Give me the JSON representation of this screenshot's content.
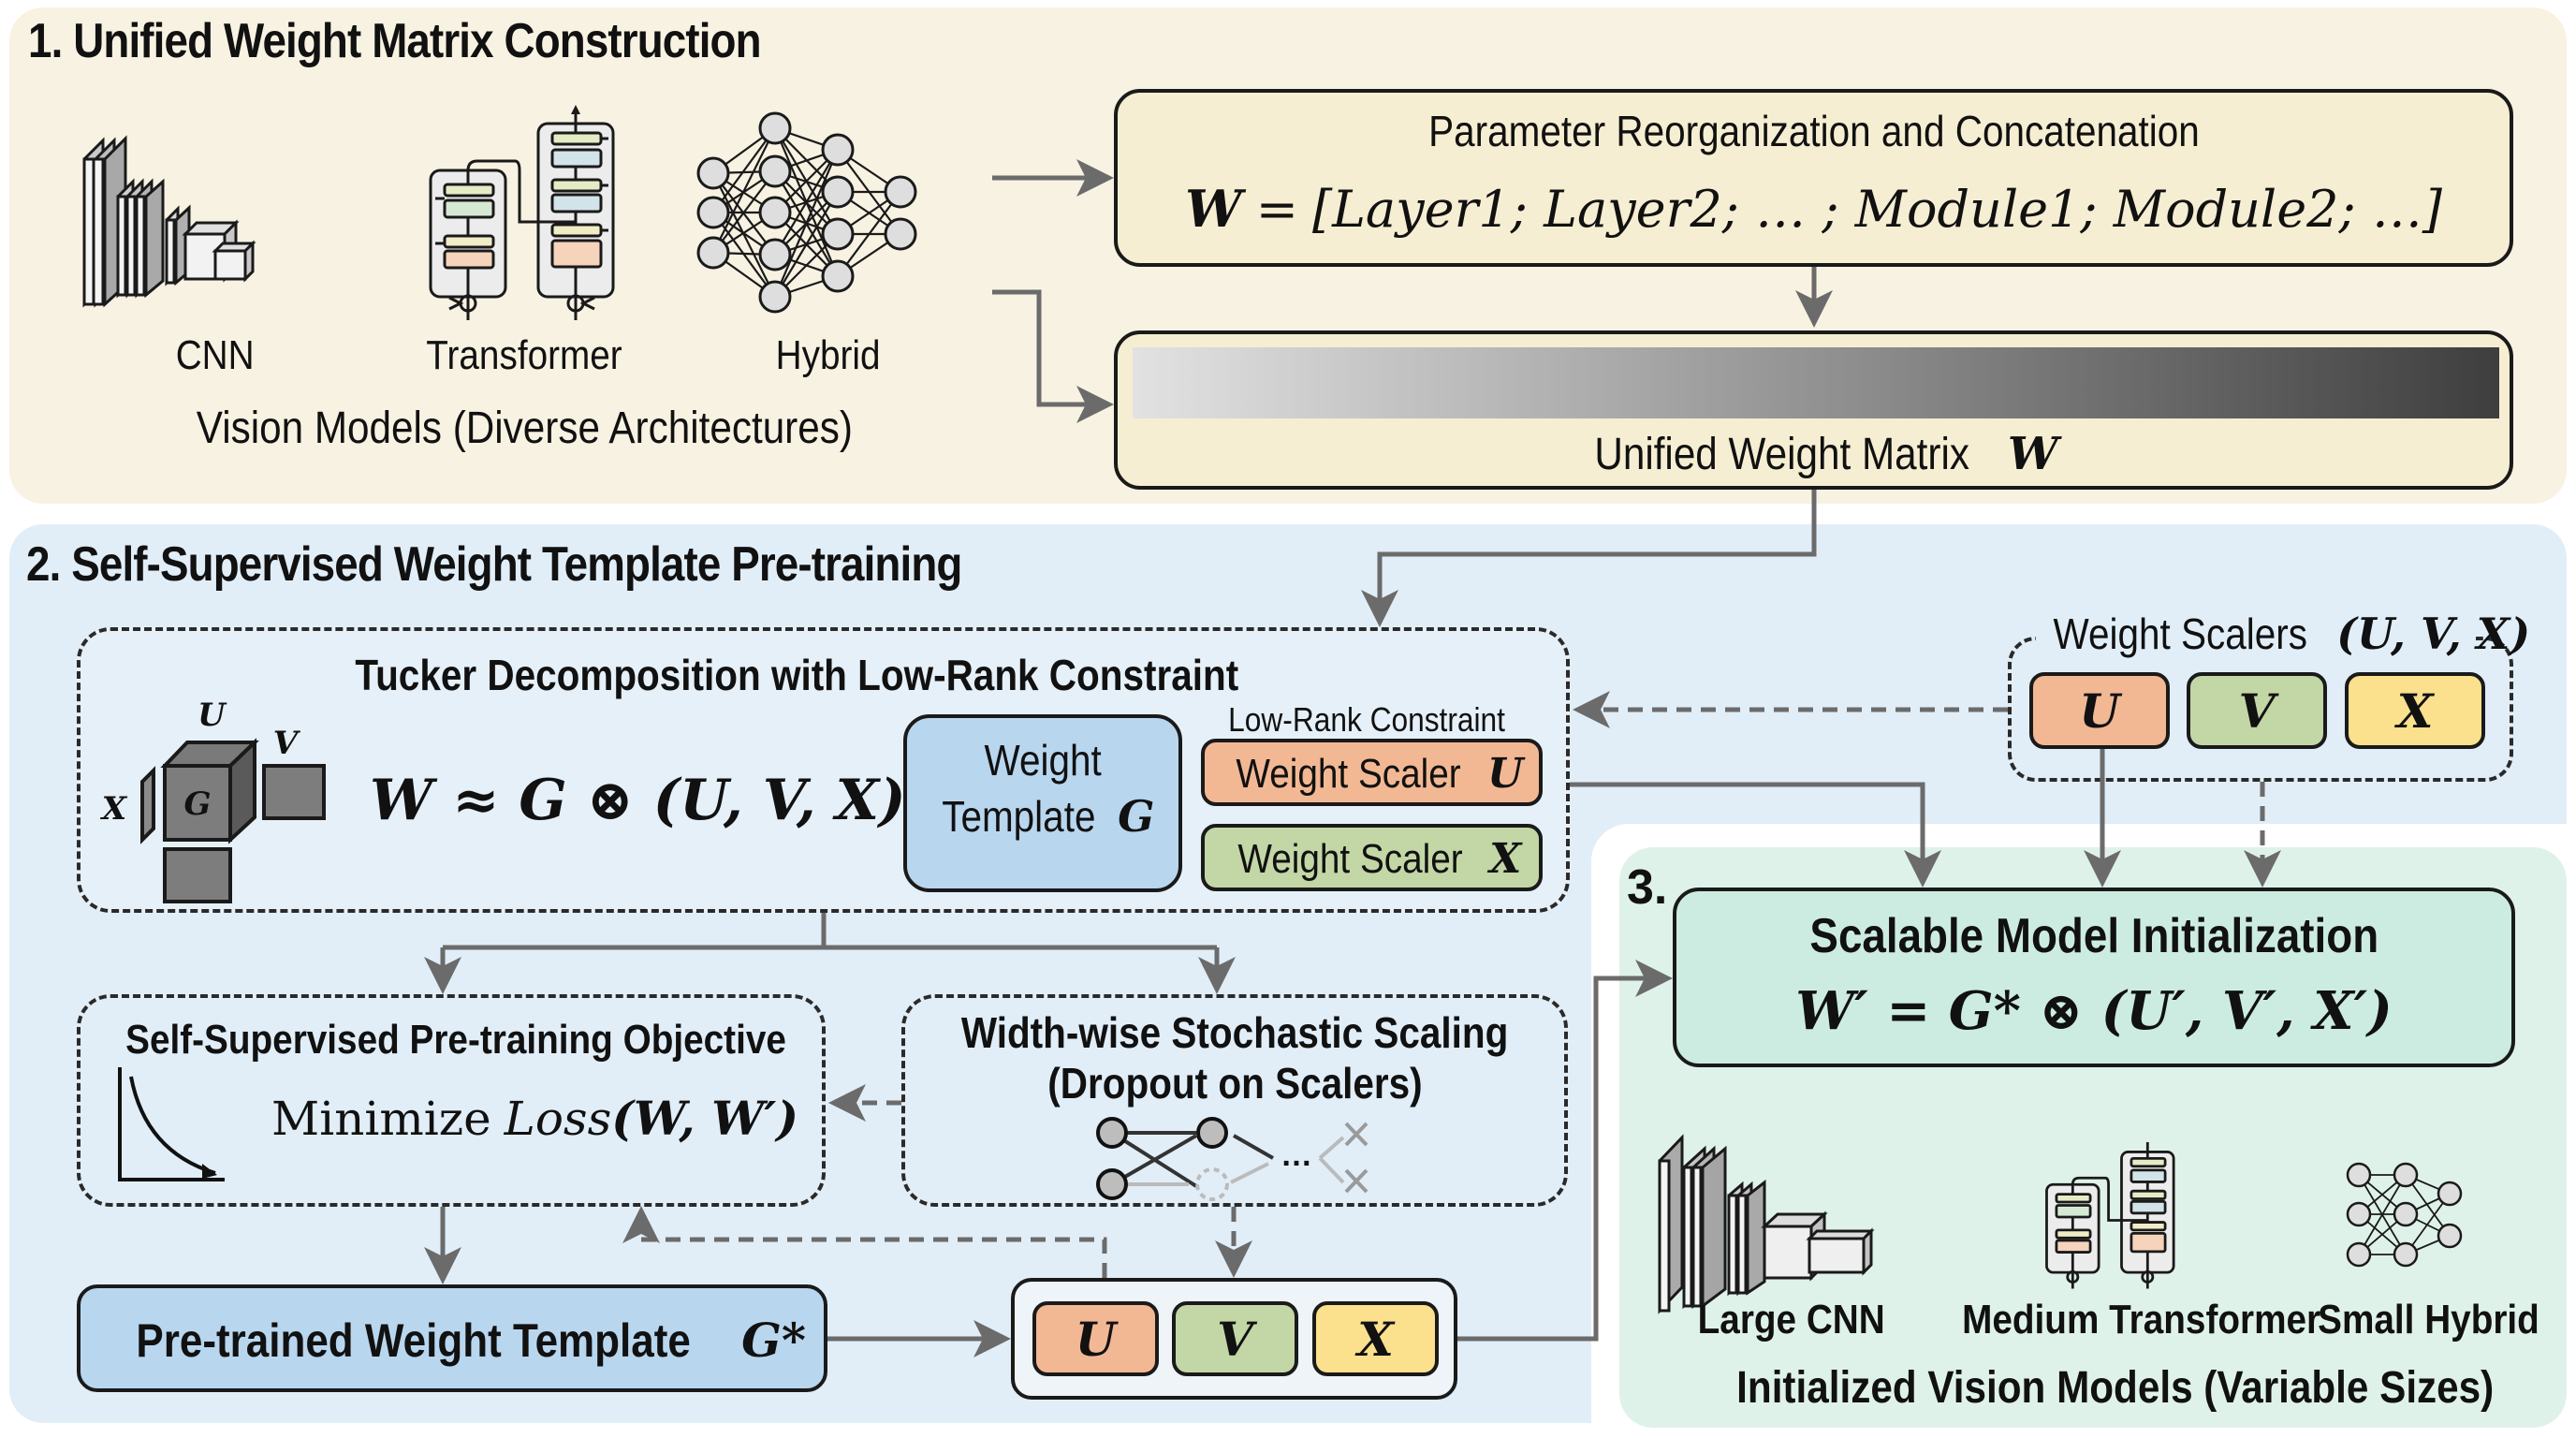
{
  "colors": {
    "section1_bg": "#f8f2e2",
    "section2_bg": "#e1eef8",
    "section3_bg": "#dff2e9",
    "scaler_u": "#f2b894",
    "scaler_v": "#c3d6a6",
    "scaler_x": "#fbe08e",
    "template_blue": "#b9d6ef",
    "init_box": "#ccece2",
    "arrow_gray": "#6b6b6b"
  },
  "section1": {
    "title": "1. Unified Weight Matrix Construction",
    "models": [
      {
        "label": "CNN",
        "icon": "cnn-icon"
      },
      {
        "label": "Transformer",
        "icon": "transformer-icon"
      },
      {
        "label": "Hybrid",
        "icon": "neural-network-icon"
      }
    ],
    "models_caption": "Vision Models (Diverse Architectures)",
    "reorg_box": {
      "title": "Parameter Reorganization and Concatenation",
      "formula_lhs": "W",
      "formula_eq": "=",
      "formula_rhs": "[Layer1; Layer2; … ; Module1; Module2; …]"
    },
    "matrix_box": {
      "label": "Unified Weight Matrix",
      "symbol": "W"
    }
  },
  "section2": {
    "title": "2. Self-Supervised Weight Template Pre-training",
    "tucker": {
      "title": "Tucker Decomposition with Low-Rank Constraint",
      "cube_labels": {
        "core": "G",
        "top": "U",
        "right": "V",
        "left": "X"
      },
      "formula": "W ≈ G ⊗ (U, V, X)",
      "template_box": {
        "line1": "Weight",
        "line2": "Template",
        "symbol": "G"
      },
      "low_rank_label": "Low-Rank Constraint",
      "scaler_u": {
        "text": "Weight Scaler",
        "symbol": "U"
      },
      "scaler_x": {
        "text": "Weight Scaler",
        "symbol": "X"
      }
    },
    "weight_scalers": {
      "title": "Weight Scalers",
      "title_symbols": "(U, V, X)",
      "chips": [
        "U",
        "V",
        "X"
      ]
    },
    "objective": {
      "title": "Self-Supervised Pre-training Objective",
      "text_prefix": "Minimize",
      "loss": "Loss",
      "args": "(W, W′)"
    },
    "stochastic": {
      "title_line1": "Width-wise Stochastic Scaling",
      "title_line2": "(Dropout on Scalers)",
      "ellipsis": "…"
    },
    "pretrained": {
      "text": "Pre-trained Weight Template",
      "symbol": "G*"
    },
    "scaler_chips": [
      "U",
      "V",
      "X"
    ]
  },
  "section3": {
    "number": "3.",
    "init_box": {
      "title": "Scalable Model Initialization",
      "formula": "W′ = G* ⊗ (U′, V′, X′)"
    },
    "models": [
      {
        "label": "Large CNN",
        "icon": "cnn-icon"
      },
      {
        "label": "Medium Transformer",
        "icon": "transformer-icon"
      },
      {
        "label": "Small Hybrid",
        "icon": "neural-network-icon"
      }
    ],
    "models_caption": "Initialized Vision Models (Variable Sizes)"
  }
}
